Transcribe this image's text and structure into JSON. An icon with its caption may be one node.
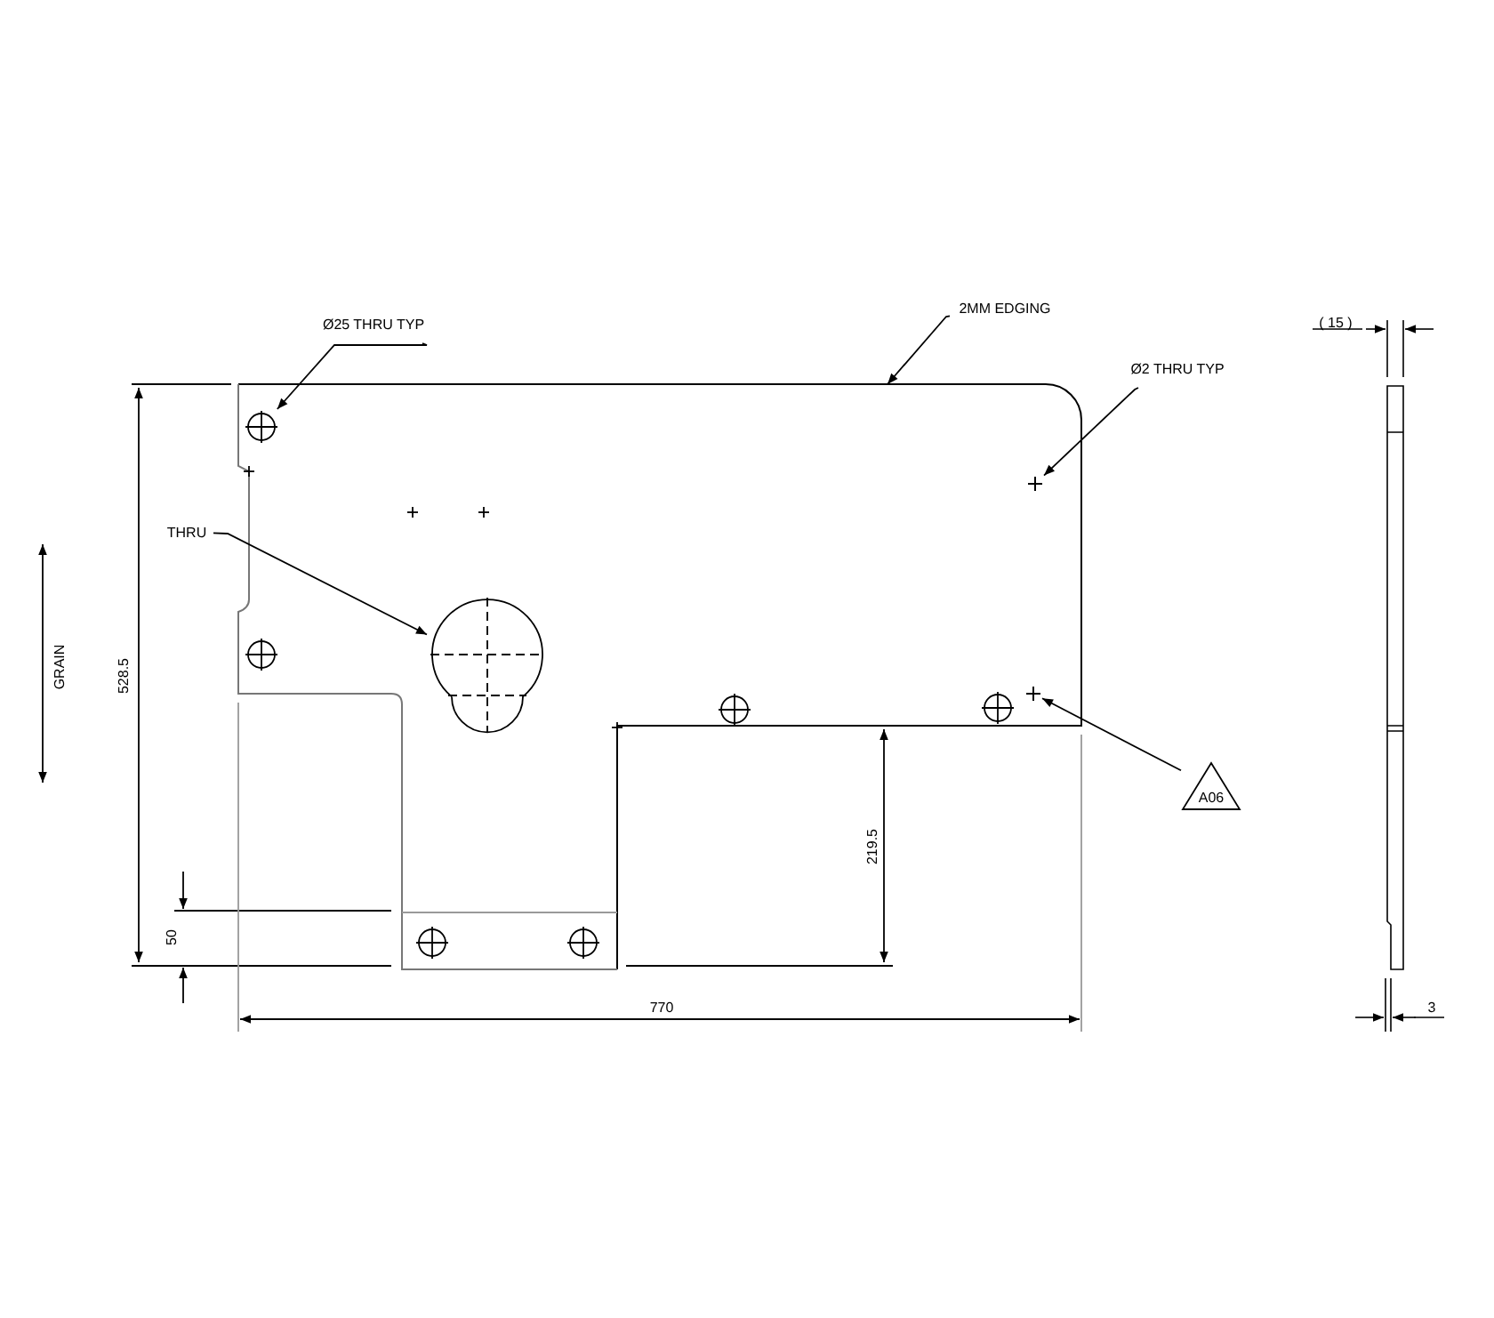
{
  "diagram": {
    "nodes": [
      {
        "text": [
          "Ø25 THRU TYP"
        ]
      },
      {
        "text": [],
        "shape": "circle"
      },
      {
        "text": [
          "THRU"
        ]
      },
      {
        "text": [],
        "shape": "keyhole"
      },
      {
        "text": [
          "2MM EDGING"
        ]
      },
      {
        "text": [
          "Ø2 THRU TYP"
        ]
      },
      {
        "text": [],
        "shape": "cross"
      },
      {
        "text": [
          "A06"
        ]
      },
      {
        "text": [],
        "shape": "cross"
      }
    ],
    "edges": [
      {
        "from": 0,
        "to": 1,
        "arrow": "to"
      },
      {
        "from": 2,
        "to": 3,
        "arrow": "to"
      },
      {
        "from": 4,
        "to": null,
        "arrow": "to"
      },
      {
        "from": 5,
        "to": 6,
        "arrow": "to"
      },
      {
        "from": 7,
        "to": 8,
        "arrow": "to"
      }
    ],
    "labels": [
      "GRAIN",
      "528.5",
      "50",
      "219.5",
      "770",
      "( 15 )",
      "3"
    ]
  }
}
